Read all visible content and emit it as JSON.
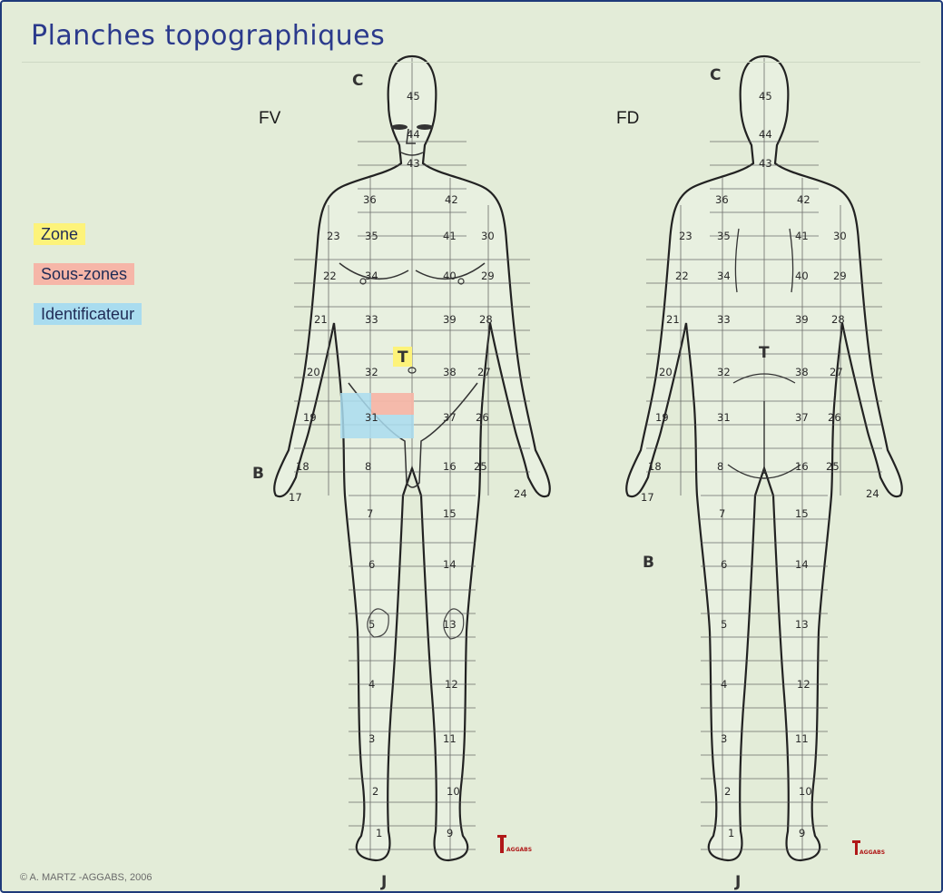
{
  "title": "Planches topographiques",
  "legend": {
    "zone": "Zone",
    "sous_zones": "Sous-zones",
    "identificateur": "Identificateur"
  },
  "views": {
    "front": {
      "label": "FV"
    },
    "back": {
      "label": "FD"
    }
  },
  "markers": {
    "C": "C",
    "B": "B",
    "J": "J",
    "T": "T"
  },
  "copyright": "© A. MARTZ -AGGABS, 2006",
  "logo": "AGGABS",
  "colors": {
    "zone": "#fdf37a",
    "sous_zones": "#f6b6a8",
    "identificateur": "#a9dcef",
    "background": "#e3ecd8",
    "title": "#2b3a8c",
    "frame": "#1f3a7a"
  },
  "zone_numbers": {
    "front": [
      "45",
      "44",
      "43",
      "36",
      "42",
      "23",
      "35",
      "41",
      "30",
      "22",
      "34",
      "40",
      "29",
      "21",
      "33",
      "39",
      "28",
      "20",
      "32",
      "38",
      "27",
      "19",
      "31",
      "37",
      "26",
      "18",
      "8",
      "16",
      "25",
      "17",
      "24",
      "7",
      "15",
      "6",
      "14",
      "5",
      "13",
      "4",
      "12",
      "3",
      "11",
      "2",
      "10",
      "1",
      "9"
    ],
    "back": [
      "45",
      "44",
      "43",
      "36",
      "42",
      "23",
      "35",
      "41",
      "30",
      "22",
      "34",
      "40",
      "29",
      "21",
      "33",
      "39",
      "28",
      "20",
      "32",
      "38",
      "27",
      "19",
      "31",
      "37",
      "26",
      "18",
      "8",
      "16",
      "25",
      "17",
      "24",
      "7",
      "15",
      "6",
      "14",
      "5",
      "13",
      "4",
      "12",
      "3",
      "11",
      "2",
      "10",
      "1",
      "9"
    ]
  }
}
